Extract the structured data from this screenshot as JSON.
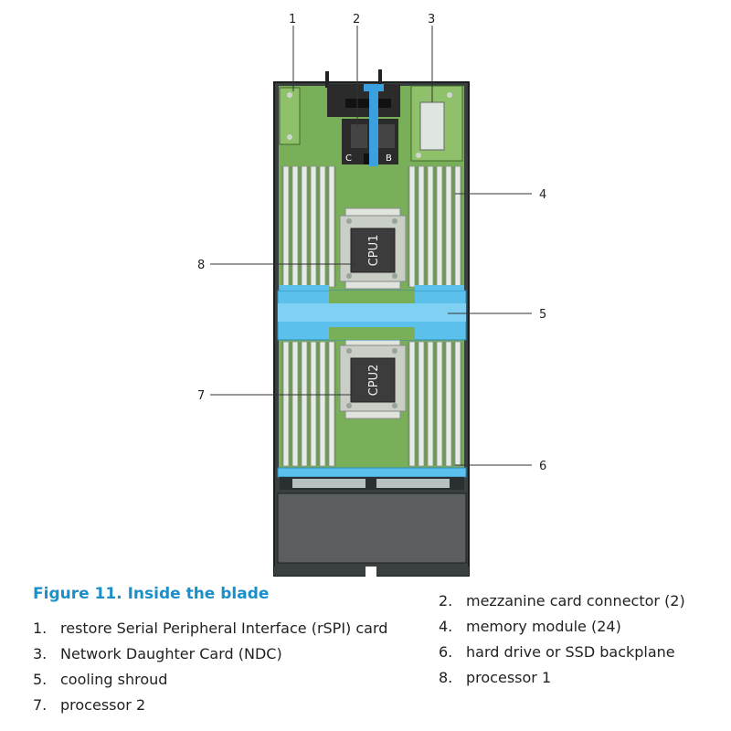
{
  "callouts": [
    "1",
    "2",
    "3",
    "4",
    "5",
    "6",
    "7",
    "8"
  ],
  "board": {
    "cpu1_label": "CPU1",
    "cpu2_label": "CPU2",
    "connector_c_label": "C",
    "connector_b_label": "B"
  },
  "figure": {
    "title": "Figure 11. Inside the blade"
  },
  "legend": {
    "left": [
      {
        "num": "1.",
        "text": "restore Serial Peripheral Interface (rSPI) card"
      },
      {
        "num": "3.",
        "text": "Network Daughter Card (NDC)"
      },
      {
        "num": "5.",
        "text": "cooling shroud"
      },
      {
        "num": "7.",
        "text": "processor 2"
      }
    ],
    "right": [
      {
        "num": "2.",
        "text": "mezzanine card connector (2)"
      },
      {
        "num": "4.",
        "text": "memory module (24)"
      },
      {
        "num": "6.",
        "text": "hard drive or SSD backplane"
      },
      {
        "num": "8.",
        "text": "processor 1"
      }
    ]
  },
  "colors": {
    "board_green": "#7aaf5a",
    "shroud_blue": "#5cc0ec",
    "chassis_dark": "#2a2f2f",
    "title_blue": "#1a8fc9"
  }
}
